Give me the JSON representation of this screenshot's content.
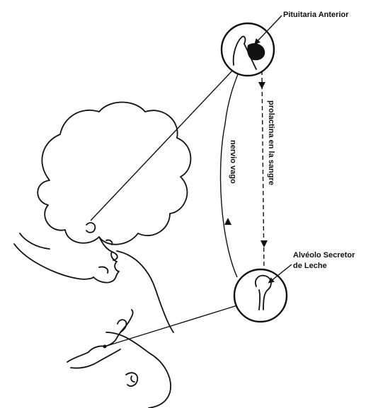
{
  "labels": {
    "pituitary": "Pituitaria Anterior",
    "alveolus_line1": "Alvéolo Secretor",
    "alveolus_line2": "de Leche",
    "blood_prolactin": "prolactina en la sangre",
    "vagus_nerve": "nervio vago"
  },
  "colors": {
    "ink": "#111111",
    "background": "#ffffff"
  }
}
